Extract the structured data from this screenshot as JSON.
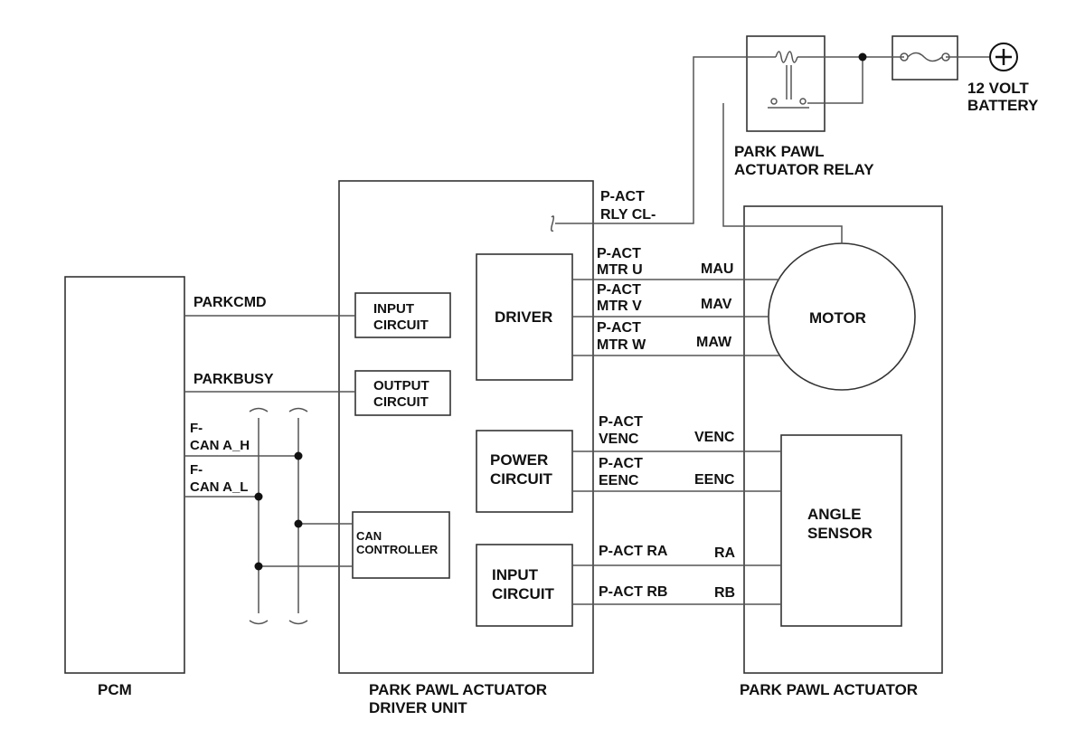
{
  "labels": {
    "pcm": "PCM",
    "driver_unit": [
      "PARK PAWL ACTUATOR",
      "DRIVER UNIT"
    ],
    "actuator": "PARK PAWL ACTUATOR",
    "relay": [
      "PARK PAWL",
      "ACTUATOR RELAY"
    ],
    "battery": [
      "12 VOLT",
      "BATTERY"
    ]
  },
  "blocks": {
    "input_circuit_top": [
      "INPUT",
      "CIRCUIT"
    ],
    "output_circuit": [
      "OUTPUT",
      "CIRCUIT"
    ],
    "can_controller": [
      "CAN",
      "CONTROLLER"
    ],
    "driver": "DRIVER",
    "power_circuit": [
      "POWER",
      "CIRCUIT"
    ],
    "input_circuit_bottom": [
      "INPUT",
      "CIRCUIT"
    ],
    "motor": "MOTOR",
    "angle_sensor": [
      "ANGLE",
      "SENSOR"
    ]
  },
  "signals": {
    "parkcmd": "PARKCMD",
    "parkbusy": "PARKBUSY",
    "can_h": [
      "F-",
      "CAN A_H"
    ],
    "can_l": [
      "F-",
      "CAN A_L"
    ],
    "rly": [
      "P-ACT",
      "RLY CL-"
    ],
    "mtr_u": [
      "P-ACT",
      "MTR U"
    ],
    "mtr_v": [
      "P-ACT",
      "MTR V"
    ],
    "mtr_w": [
      "P-ACT",
      "MTR W"
    ],
    "venc": [
      "P-ACT",
      "VENC"
    ],
    "eenc": [
      "P-ACT",
      "EENC"
    ],
    "ra": "P-ACT RA",
    "rb": "P-ACT RB"
  },
  "pins": {
    "mau": "MAU",
    "mav": "MAV",
    "maw": "MAW",
    "venc": "VENC",
    "eenc": "EENC",
    "ra": "RA",
    "rb": "RB"
  },
  "icons": {
    "battery": "plus-circle-icon",
    "fuse": "fuse-icon",
    "relay_coil": "coil-icon",
    "relay_switch": "switch-contact-icon"
  }
}
